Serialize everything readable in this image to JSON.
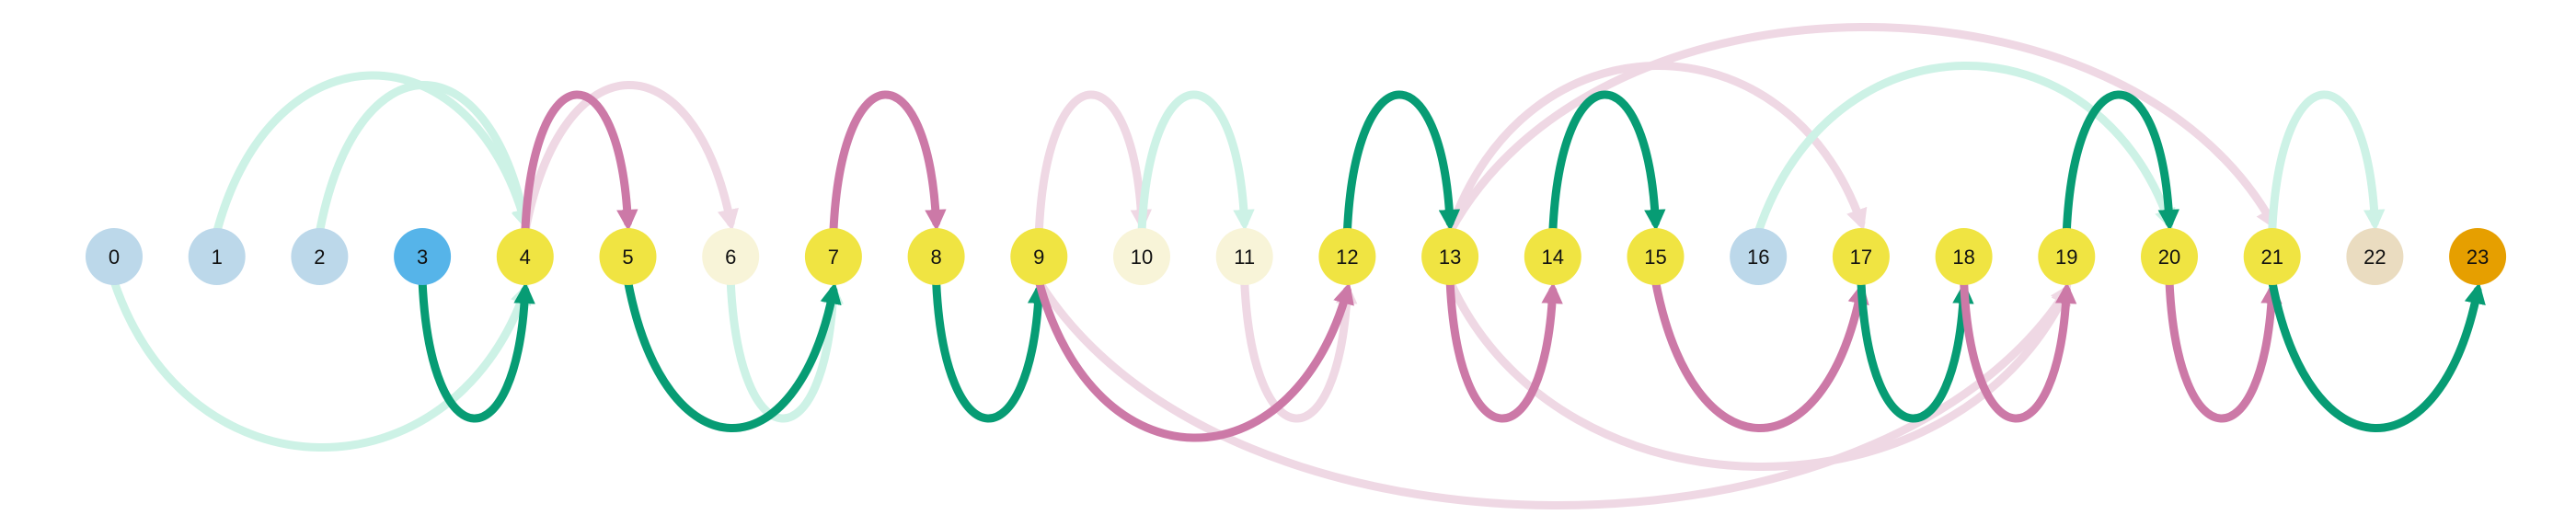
{
  "diagram": {
    "type": "arc-diagram",
    "edge_colors": {
      "green_strong": "#079c74",
      "green_faint": "#cdf2e6",
      "pink_strong": "#cc79a7",
      "pink_faint": "#efd8e4"
    },
    "nodes": [
      {
        "id": "0",
        "label": "0",
        "color": "#bcd8ea"
      },
      {
        "id": "1",
        "label": "1",
        "color": "#bcd8ea"
      },
      {
        "id": "2",
        "label": "2",
        "color": "#bcd8ea"
      },
      {
        "id": "3",
        "label": "3",
        "color": "#56b4e9"
      },
      {
        "id": "4",
        "label": "4",
        "color": "#f0e442"
      },
      {
        "id": "5",
        "label": "5",
        "color": "#f0e442"
      },
      {
        "id": "6",
        "label": "6",
        "color": "#f8f4d8"
      },
      {
        "id": "7",
        "label": "7",
        "color": "#f0e442"
      },
      {
        "id": "8",
        "label": "8",
        "color": "#f0e442"
      },
      {
        "id": "9",
        "label": "9",
        "color": "#f0e442"
      },
      {
        "id": "10",
        "label": "10",
        "color": "#f8f4d8"
      },
      {
        "id": "11",
        "label": "11",
        "color": "#f8f4d8"
      },
      {
        "id": "12",
        "label": "12",
        "color": "#f0e442"
      },
      {
        "id": "13",
        "label": "13",
        "color": "#f0e442"
      },
      {
        "id": "14",
        "label": "14",
        "color": "#f0e442"
      },
      {
        "id": "15",
        "label": "15",
        "color": "#f0e442"
      },
      {
        "id": "16",
        "label": "16",
        "color": "#bcd8ea"
      },
      {
        "id": "17",
        "label": "17",
        "color": "#f0e442"
      },
      {
        "id": "18",
        "label": "18",
        "color": "#f0e442"
      },
      {
        "id": "19",
        "label": "19",
        "color": "#f0e442"
      },
      {
        "id": "20",
        "label": "20",
        "color": "#f0e442"
      },
      {
        "id": "21",
        "label": "21",
        "color": "#f0e442"
      },
      {
        "id": "22",
        "label": "22",
        "color": "#eadcc0"
      },
      {
        "id": "23",
        "label": "23",
        "color": "#e69f00"
      }
    ],
    "edges": [
      {
        "from": "0",
        "to": "4",
        "side": "below",
        "color": "green_faint"
      },
      {
        "from": "1",
        "to": "4",
        "side": "above",
        "color": "green_faint"
      },
      {
        "from": "2",
        "to": "4",
        "side": "above",
        "color": "green_faint"
      },
      {
        "from": "3",
        "to": "4",
        "side": "below",
        "color": "green_strong"
      },
      {
        "from": "4",
        "to": "5",
        "side": "above",
        "color": "pink_strong"
      },
      {
        "from": "4",
        "to": "6",
        "side": "above",
        "color": "pink_faint"
      },
      {
        "from": "5",
        "to": "7",
        "side": "below",
        "color": "green_strong"
      },
      {
        "from": "6",
        "to": "7",
        "side": "below",
        "color": "green_faint"
      },
      {
        "from": "7",
        "to": "8",
        "side": "above",
        "color": "pink_strong"
      },
      {
        "from": "8",
        "to": "9",
        "side": "below",
        "color": "green_strong"
      },
      {
        "from": "9",
        "to": "10",
        "side": "above",
        "color": "pink_faint"
      },
      {
        "from": "9",
        "to": "12",
        "side": "below",
        "color": "pink_strong"
      },
      {
        "from": "9",
        "to": "19",
        "side": "below",
        "color": "pink_faint"
      },
      {
        "from": "10",
        "to": "11",
        "side": "above",
        "color": "green_faint"
      },
      {
        "from": "11",
        "to": "12",
        "side": "below",
        "color": "pink_faint"
      },
      {
        "from": "12",
        "to": "13",
        "side": "above",
        "color": "green_strong"
      },
      {
        "from": "13",
        "to": "14",
        "side": "below",
        "color": "pink_strong"
      },
      {
        "from": "13",
        "to": "17",
        "side": "above",
        "color": "pink_faint"
      },
      {
        "from": "13",
        "to": "19",
        "side": "below",
        "color": "pink_faint"
      },
      {
        "from": "13",
        "to": "21",
        "side": "above",
        "color": "pink_faint"
      },
      {
        "from": "14",
        "to": "15",
        "side": "above",
        "color": "green_strong"
      },
      {
        "from": "15",
        "to": "17",
        "side": "below",
        "color": "pink_strong"
      },
      {
        "from": "16",
        "to": "20",
        "side": "above",
        "color": "green_faint"
      },
      {
        "from": "17",
        "to": "18",
        "side": "below",
        "color": "green_strong"
      },
      {
        "from": "18",
        "to": "19",
        "side": "below",
        "color": "pink_strong"
      },
      {
        "from": "19",
        "to": "20",
        "side": "above",
        "color": "green_strong"
      },
      {
        "from": "20",
        "to": "21",
        "side": "below",
        "color": "pink_strong"
      },
      {
        "from": "21",
        "to": "22",
        "side": "above",
        "color": "green_faint"
      },
      {
        "from": "21",
        "to": "23",
        "side": "below",
        "color": "green_strong"
      }
    ]
  }
}
